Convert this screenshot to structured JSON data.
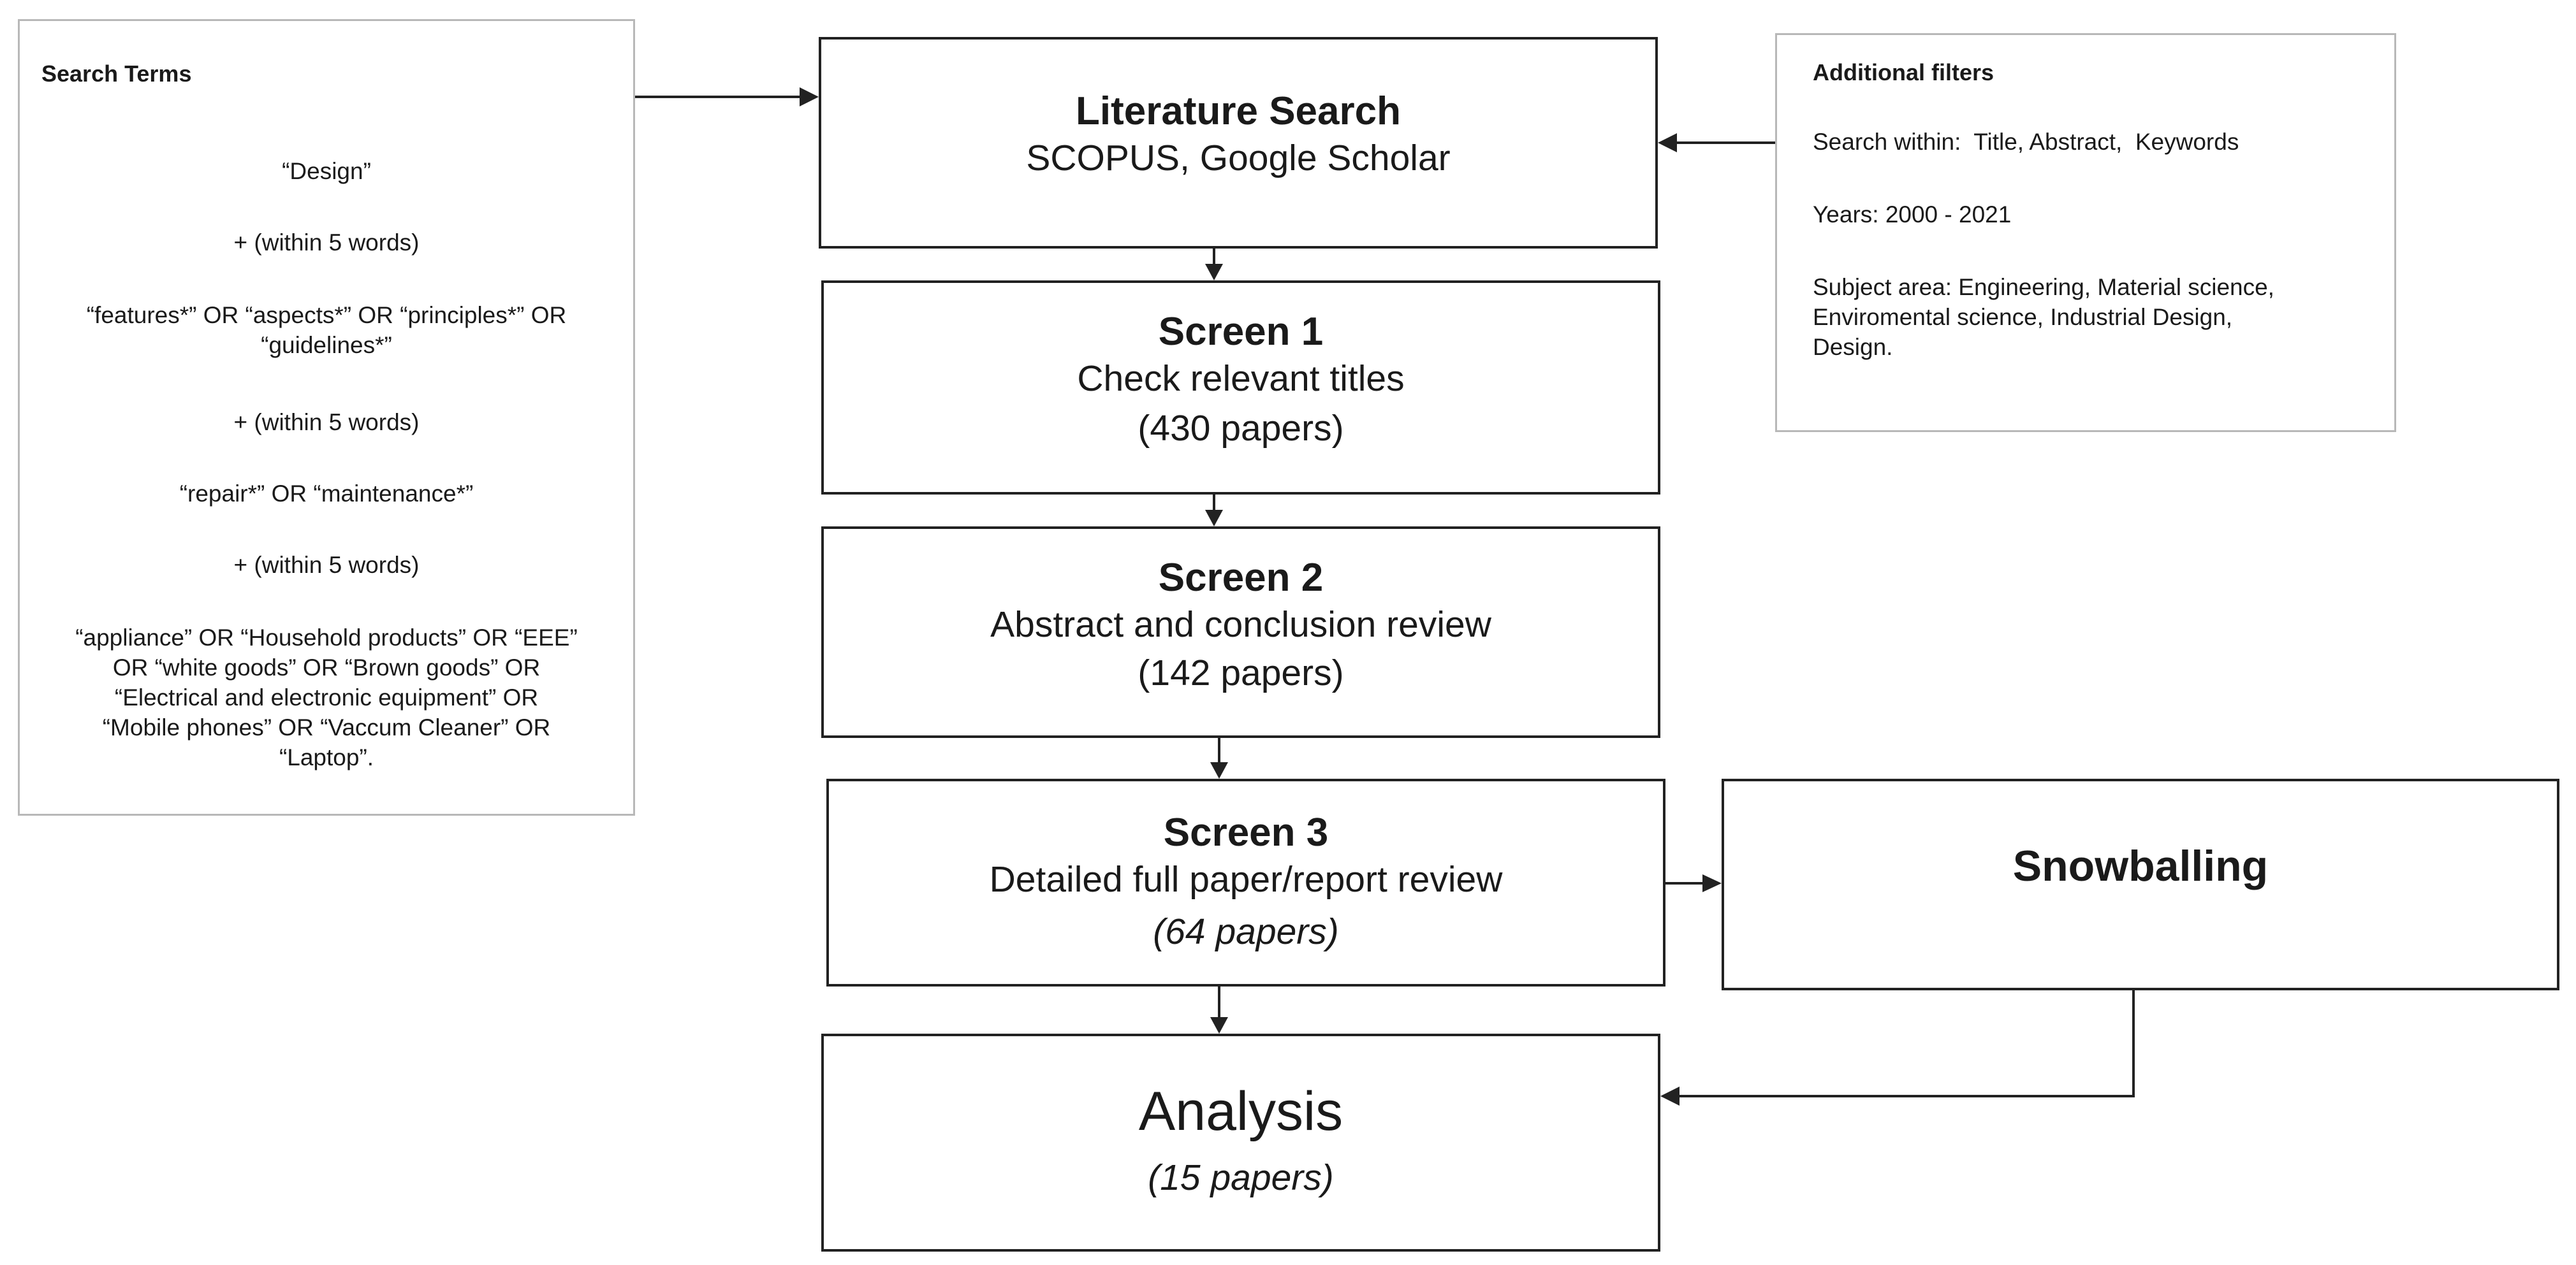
{
  "search_terms": {
    "title": "Search Terms",
    "lines": [
      "“Design”",
      "+ (within 5 words)",
      "“features*” OR “aspects*” OR “principles*” OR\n“guidelines*”",
      "+ (within 5 words)",
      "“repair*” OR “maintenance*”",
      "+ (within 5 words)",
      "“appliance” OR “Household products” OR “EEE”\nOR “white goods” OR “Brown goods” OR\n“Electrical and electronic equipment” OR\n“Mobile phones” OR “Vaccum Cleaner” OR\n“Laptop”."
    ]
  },
  "additional_filters": {
    "title": "Additional filters",
    "lines": [
      "Search within:  Title, Abstract,  Keywords",
      "Years: 2000 - 2021",
      "Subject area: Engineering, Material science,\nEnviromental science, Industrial Design,\nDesign."
    ]
  },
  "literature_search": {
    "title": "Literature Search",
    "subtitle": "SCOPUS, Google Scholar"
  },
  "screen1": {
    "title": "Screen 1",
    "desc": "Check relevant titles",
    "count": "(430 papers)"
  },
  "screen2": {
    "title": "Screen 2",
    "desc": "Abstract and conclusion review",
    "count": "(142 papers)"
  },
  "screen3": {
    "title": "Screen 3",
    "desc": "Detailed full paper/report review",
    "count": "(64 papers)"
  },
  "snowballing": {
    "title": "Snowballing"
  },
  "analysis": {
    "title": "Analysis",
    "count": "(15 papers)"
  }
}
